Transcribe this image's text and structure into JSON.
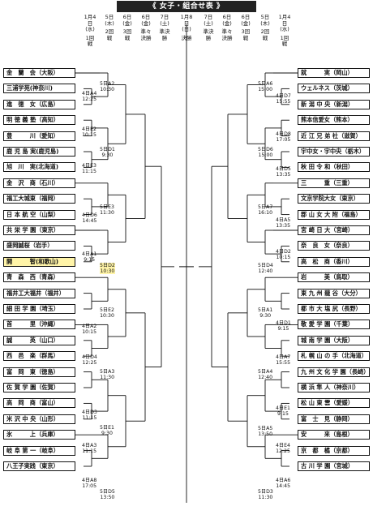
{
  "title": "《 女子・組合せ表 》",
  "columns": {
    "left": [
      {
        "date": "1月4日(水)",
        "round": "1回戦"
      },
      {
        "date": "5日(木)",
        "round": "2回戦"
      },
      {
        "date": "6日(金)",
        "round": "3回戦"
      },
      {
        "date": "6日(金)",
        "round": "準々決勝"
      },
      {
        "date": "7日(土)",
        "round": "準決勝"
      }
    ],
    "center": {
      "date": "1月8日(日)",
      "round": "決勝"
    },
    "right": [
      {
        "date": "7日(土)",
        "round": "準決勝"
      },
      {
        "date": "6日(金)",
        "round": "準々決勝"
      },
      {
        "date": "6日(金)",
        "round": "3回戦"
      },
      {
        "date": "5日(木)",
        "round": "2回戦"
      },
      {
        "date": "1月4日(水)",
        "round": "1回戦"
      }
    ]
  },
  "left_teams": [
    "金　蘭　会（大阪）",
    "三浦学苑(神奈川)",
    "進　徳　女（広島）",
    "明 徳 義 塾（高知）",
    "豊　　　川（愛知）",
    "鹿 児 島 実(鹿児島)",
    "旭　川　実(北海道)",
    "金　沢　商（石川）",
    "福工大城東（福岡）",
    "日 本 航 空（山梨）",
    "共 栄 学 園（東京）",
    "盛岡誠桜（岩手）",
    "開　　　智(和歌山)",
    "青　森　西（青森）",
    "福井工大福井（福井）",
    "細 田 学 園（埼玉）",
    "首　　　里（沖縄）",
    "誠　　　英（山口）",
    "西　邑　楽（群馬）",
    "富　岡　東（徳島）",
    "佐 賀 学 園（佐賀）",
    "高　岡　商（富山）",
    "米 沢 中 央（山形）",
    "氷　　　上（兵庫）",
    "岐 阜 第 一（岐阜）",
    "八王子実践（東京）"
  ],
  "right_teams": [
    "就　　　実（岡山）",
    "ウェルネス（茨城）",
    "新 潟 中 央（新潟）",
    "熊本信愛女（熊本）",
    "近 江 兄 弟 社（滋賀）",
    "宇中女・宇中央（栃木）",
    "秋 田 令 和（秋田）",
    "三　　　重（三重）",
    "文京学院大女（東京）",
    "郡 山 女 大 附（福島）",
    "宮 崎 日 大（宮崎）",
    "奈　良　女（奈良）",
    "高　松　商（香川）",
    "岩　　　美（鳥取）",
    "東 九 州 龍 谷（大分）",
    "都 市 大 塩 尻（長野）",
    "敬 愛 学 園（千葉）",
    "城 南 学 園（大阪）",
    "札 幌 山 の 手（北海道）",
    "九 州 文 化 学 園（長崎）",
    "横 浜 隼 人（神奈川）",
    "松 山 東 雲（愛媛）",
    "富　士　見（静岡）",
    "安　　　来（島根）",
    "京　都　橘（京都）",
    "古 川 学 園（宮城）"
  ],
  "left_matches": [
    {
      "id": "4日A4",
      "time": "12:25"
    },
    {
      "id": "5日A2",
      "time": "10:30"
    },
    {
      "id": "4日E2",
      "time": "10:15"
    },
    {
      "id": "4日E3",
      "time": "11:15"
    },
    {
      "id": "5日D1",
      "time": "9:30"
    },
    {
      "id": "4日D6",
      "time": "14:45"
    },
    {
      "id": "5日E3",
      "time": "11:30"
    },
    {
      "id": "4日A1",
      "time": "9:15"
    },
    {
      "id": "5日D2",
      "time": "10:30"
    },
    {
      "id": "4日A2",
      "time": "10:15"
    },
    {
      "id": "5日E2",
      "time": "10:30"
    },
    {
      "id": "4日D4",
      "time": "12:25"
    },
    {
      "id": "5日A3",
      "time": "11:30"
    },
    {
      "id": "4日D3",
      "time": "11:15"
    },
    {
      "id": "4日A3",
      "time": "11:15"
    },
    {
      "id": "5日E1",
      "time": "9:30"
    },
    {
      "id": "4日A8",
      "time": "17:05"
    },
    {
      "id": "5日D5",
      "time": "13:50"
    }
  ],
  "right_matches": [
    {
      "id": "5日A6",
      "time": "15:00"
    },
    {
      "id": "4日D7",
      "time": "15:55"
    },
    {
      "id": "4日D8",
      "time": "17:05"
    },
    {
      "id": "4日D5",
      "time": "13:35"
    },
    {
      "id": "5日D6",
      "time": "15:00"
    },
    {
      "id": "5日A7",
      "time": "16:10"
    },
    {
      "id": "4日A5",
      "time": "13:35"
    },
    {
      "id": "4日D2",
      "time": "10:15"
    },
    {
      "id": "5日D4",
      "time": "12:40"
    },
    {
      "id": "5日A1",
      "time": "9:30"
    },
    {
      "id": "4日D1",
      "time": "9:15"
    },
    {
      "id": "4日A7",
      "time": "15:55"
    },
    {
      "id": "5日A4",
      "time": "12:40"
    },
    {
      "id": "4日E1",
      "time": "9:15"
    },
    {
      "id": "4日E4",
      "time": "12:25"
    },
    {
      "id": "5日A5",
      "time": "13:50"
    },
    {
      "id": "4日A6",
      "time": "14:45"
    },
    {
      "id": "5日D3",
      "time": "11:30"
    }
  ],
  "highlight": {
    "team_index": 12,
    "match_index": 8,
    "color": "#fff4a8"
  }
}
